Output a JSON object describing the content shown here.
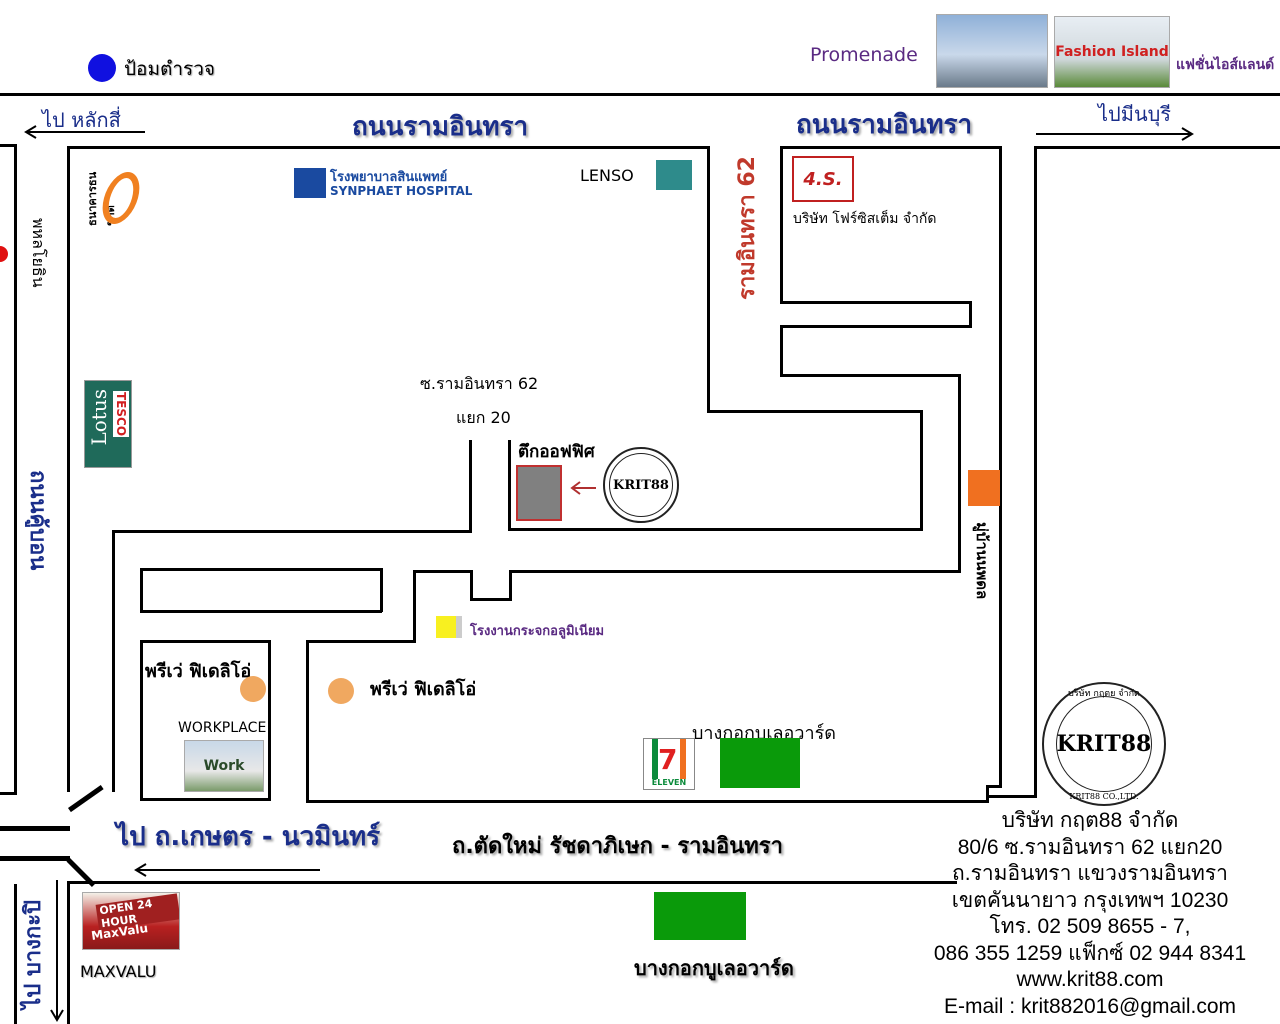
{
  "roads": {
    "ramintra_left": "ถนนรามอินทรา",
    "ramintra_right": "ถนนรามอินทรา",
    "to_laksi": "ไป หลักสี่",
    "to_minburi": "ไปมีนบุรี",
    "ramintra_62": "รามอินทรา 62",
    "soi_62": "ซ.รามอินทรา 62",
    "yaek_20": "แยก 20",
    "to_kaset": "ไป ถ.เกษตร - นวมินทร์",
    "new_road": "ถ.ตัดใหม่ รัชดาภิเษก - รามอินทรา",
    "khubon": "ถนนคู้บอน",
    "phahonyothin": "พหลโยธิน",
    "to_bangkapi": "ไป บางกะปิ",
    "rattanakosin": "มู่บ้านนพดล"
  },
  "places": {
    "police": "ป้อมตำรวจ",
    "promenade": "Promenade",
    "fashion_island": "แฟชั่นไอส์แลนด์",
    "lenso": "LENSO",
    "four_systems": "บริษัท โฟร์ซิสเต็ม จำกัด",
    "office_building": "ตึกออฟฟิศ",
    "glass_factory": "โรงงานกระจกอลูมิเนียม",
    "freeway_fidelio_1": "พรีเว่ ฟิเดลิโอ่",
    "freeway_fidelio_2": "พรีเว่ ฟิเดลิโอ่",
    "workplace": "WORKPLACE",
    "bangkok_boulevard_1": "บางกอกบูเลอวาร์ด",
    "bangkok_boulevard_2": "บางกอกบูเลอวาร์ด",
    "maxvalu": "MAXVALU",
    "synphaet_th": "โรงพยาบาลสินแพทย์",
    "synphaet_en": "SYNPHAET HOSPITAL",
    "thanachart": "ธนาคารธนชาต",
    "tesco": "TESCO",
    "lotus": "Lotus",
    "fashion_logo": "Fashion Island",
    "four_s_logo": "4.S.",
    "workplace_img_text": "Work",
    "maxvalu_sign1": "OPEN 24 HOUR",
    "maxvalu_sign2": "MaxValu",
    "seven_eleven": "ELEVEN"
  },
  "logos": {
    "krit_small": "KRIT88",
    "krit_large": "KRIT88",
    "krit_ring_top": "บริษัท กฤตย จำกัด",
    "krit_ring_bottom": "KRIT88 CO.,LTD."
  },
  "company": {
    "name": "บริษัท  กฤต88  จำกัด",
    "address1": "80/6 ซ.รามอินทรา 62 แยก20",
    "address2": "ถ.รามอินทรา  แขวงรามอินทรา",
    "address3": "เขตคันนายาว  กรุงเทพฯ  10230",
    "phone1": "โทร. 02 509 8655 - 7,",
    "phone2": "086 355 1259  แฟ็กซ์ 02 944 8341",
    "website": "www.krit88.com",
    "email": "E-mail : krit882016@gmail.com"
  },
  "colors": {
    "road": "#000000",
    "blue_text": "#1a2e8a",
    "red_text": "#c0392b",
    "office_marker": "#808080",
    "green_marker": "#0a9a0a",
    "orange_marker": "#f0a860",
    "lenso_marker": "#2e8b8b"
  }
}
